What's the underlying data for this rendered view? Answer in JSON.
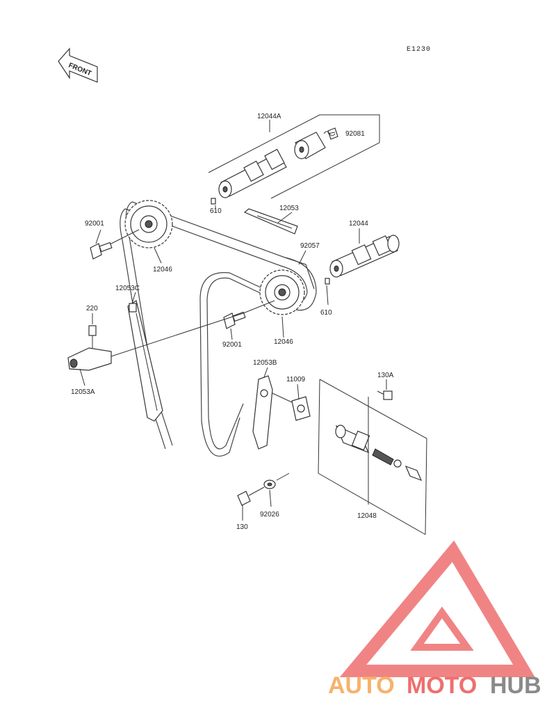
{
  "diagram": {
    "code": "E1230",
    "front_label": "FRONT",
    "labels": {
      "p12044a": "12044A",
      "p92081": "92081",
      "p610a": "610",
      "p12053": "12053",
      "p12044": "12044",
      "p92001a": "92001",
      "p92057": "92057",
      "p12046a": "12046",
      "p12053c": "12053C",
      "p610b": "610",
      "p220": "220",
      "p92001b": "92001",
      "p12046b": "12046",
      "p12053a": "12053A",
      "p12053b": "12053B",
      "p11009": "11009",
      "p130a": "130A",
      "p130": "130",
      "p92026": "92026",
      "p12048": "12048"
    }
  },
  "watermark": {
    "word_auto": "AUTO",
    "word_moto": "MOTO",
    "word_hub": "HUB",
    "color_orange": "#f6b26b",
    "color_red": "#ee6f6f",
    "color_gray": "#8a8a8a"
  }
}
